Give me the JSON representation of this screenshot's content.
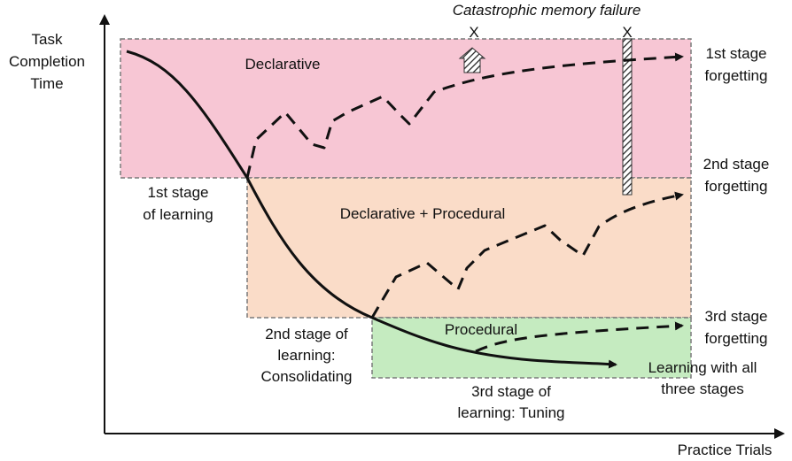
{
  "colors": {
    "declarative": "#f7c6d4",
    "combined": "#fadcc8",
    "procedural": "#c5ebc0",
    "line": "#111111",
    "border": "#7a7a7a"
  },
  "axes": {
    "y_label": [
      "Task",
      "Completion",
      "Time"
    ],
    "x_label": "Practice Trials"
  },
  "header": {
    "catastrophic": "Catastrophic memory failure",
    "x_mark": "X"
  },
  "regions": {
    "declarative": "Declarative",
    "combined": "Declarative + Procedural",
    "procedural": "Procedural"
  },
  "learning_stages": {
    "first": [
      "1st stage",
      "of learning"
    ],
    "second": [
      "2nd stage of",
      "learning:",
      "Consolidating"
    ],
    "third": [
      "3rd stage of",
      "learning: Tuning"
    ]
  },
  "forgetting": {
    "first": [
      "1st stage",
      "forgetting"
    ],
    "second": [
      "2nd stage",
      "forgetting"
    ],
    "third": [
      "3rd stage",
      "forgetting"
    ]
  },
  "learning_all": [
    "Learning with all",
    "three stages"
  ]
}
